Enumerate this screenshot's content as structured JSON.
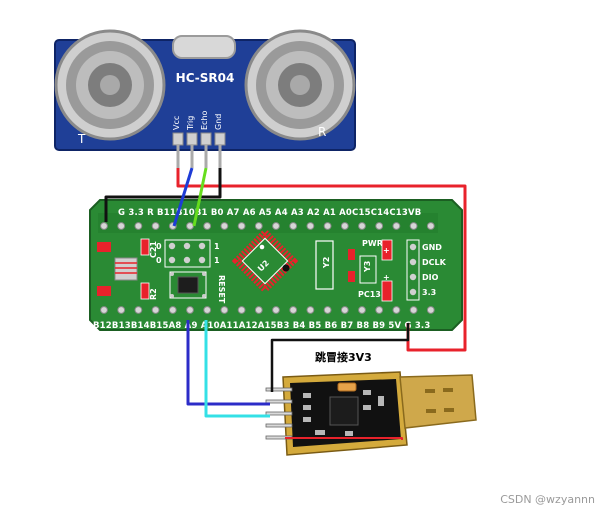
{
  "sensor": {
    "model": "HC-SR04",
    "left_label": "T",
    "right_label": "R",
    "pins": [
      "Vcc",
      "Trig",
      "Echo",
      "Gnd"
    ]
  },
  "board": {
    "top_header": [
      "G",
      "3.3",
      "R",
      "B11",
      "B10",
      "B1",
      "B0",
      "A7",
      "A6",
      "A5",
      "A4",
      "A3",
      "A2",
      "A1",
      "A0",
      "C15",
      "C14",
      "C13",
      "VB"
    ],
    "top_header_text": "G 3.3 R B11B10B1 B0 A7 A6 A5 A4 A3 A2 A1 A0C15C14C13VB",
    "bottom_header_text": "B12B13B14B15A8 A9 A10A11A12A15B3 B4 B5 B6 B7 B8 B9 5V G 3.3",
    "right_labels": [
      "GND",
      "DCLK",
      "DIO",
      "3.3"
    ],
    "chip_label": "U2",
    "y2_label": "Y2",
    "y3_label": "Y3",
    "pwr_label": "PWR",
    "pc13_label": "PC13",
    "reset_label": "RESET",
    "boot_labels": [
      "0",
      "0",
      "1",
      "1"
    ],
    "c21_label": "C21",
    "r2_label": "R2"
  },
  "usb_adapter": {
    "jumper_note": "跳冒接3V3"
  },
  "watermark": "CSDN @wzyannn",
  "colors": {
    "board_green": "#2a8a34",
    "board_dark": "#1f6f28",
    "sensor_blue": "#1f3f97",
    "wire_red": "#e8222b",
    "wire_black": "#111111",
    "wire_blue": "#1e3cd6",
    "wire_green": "#66dd1e",
    "wire_navy": "#2c2cc8",
    "wire_cyan": "#34e0e6",
    "usb_gold": "#d4aa3c"
  }
}
